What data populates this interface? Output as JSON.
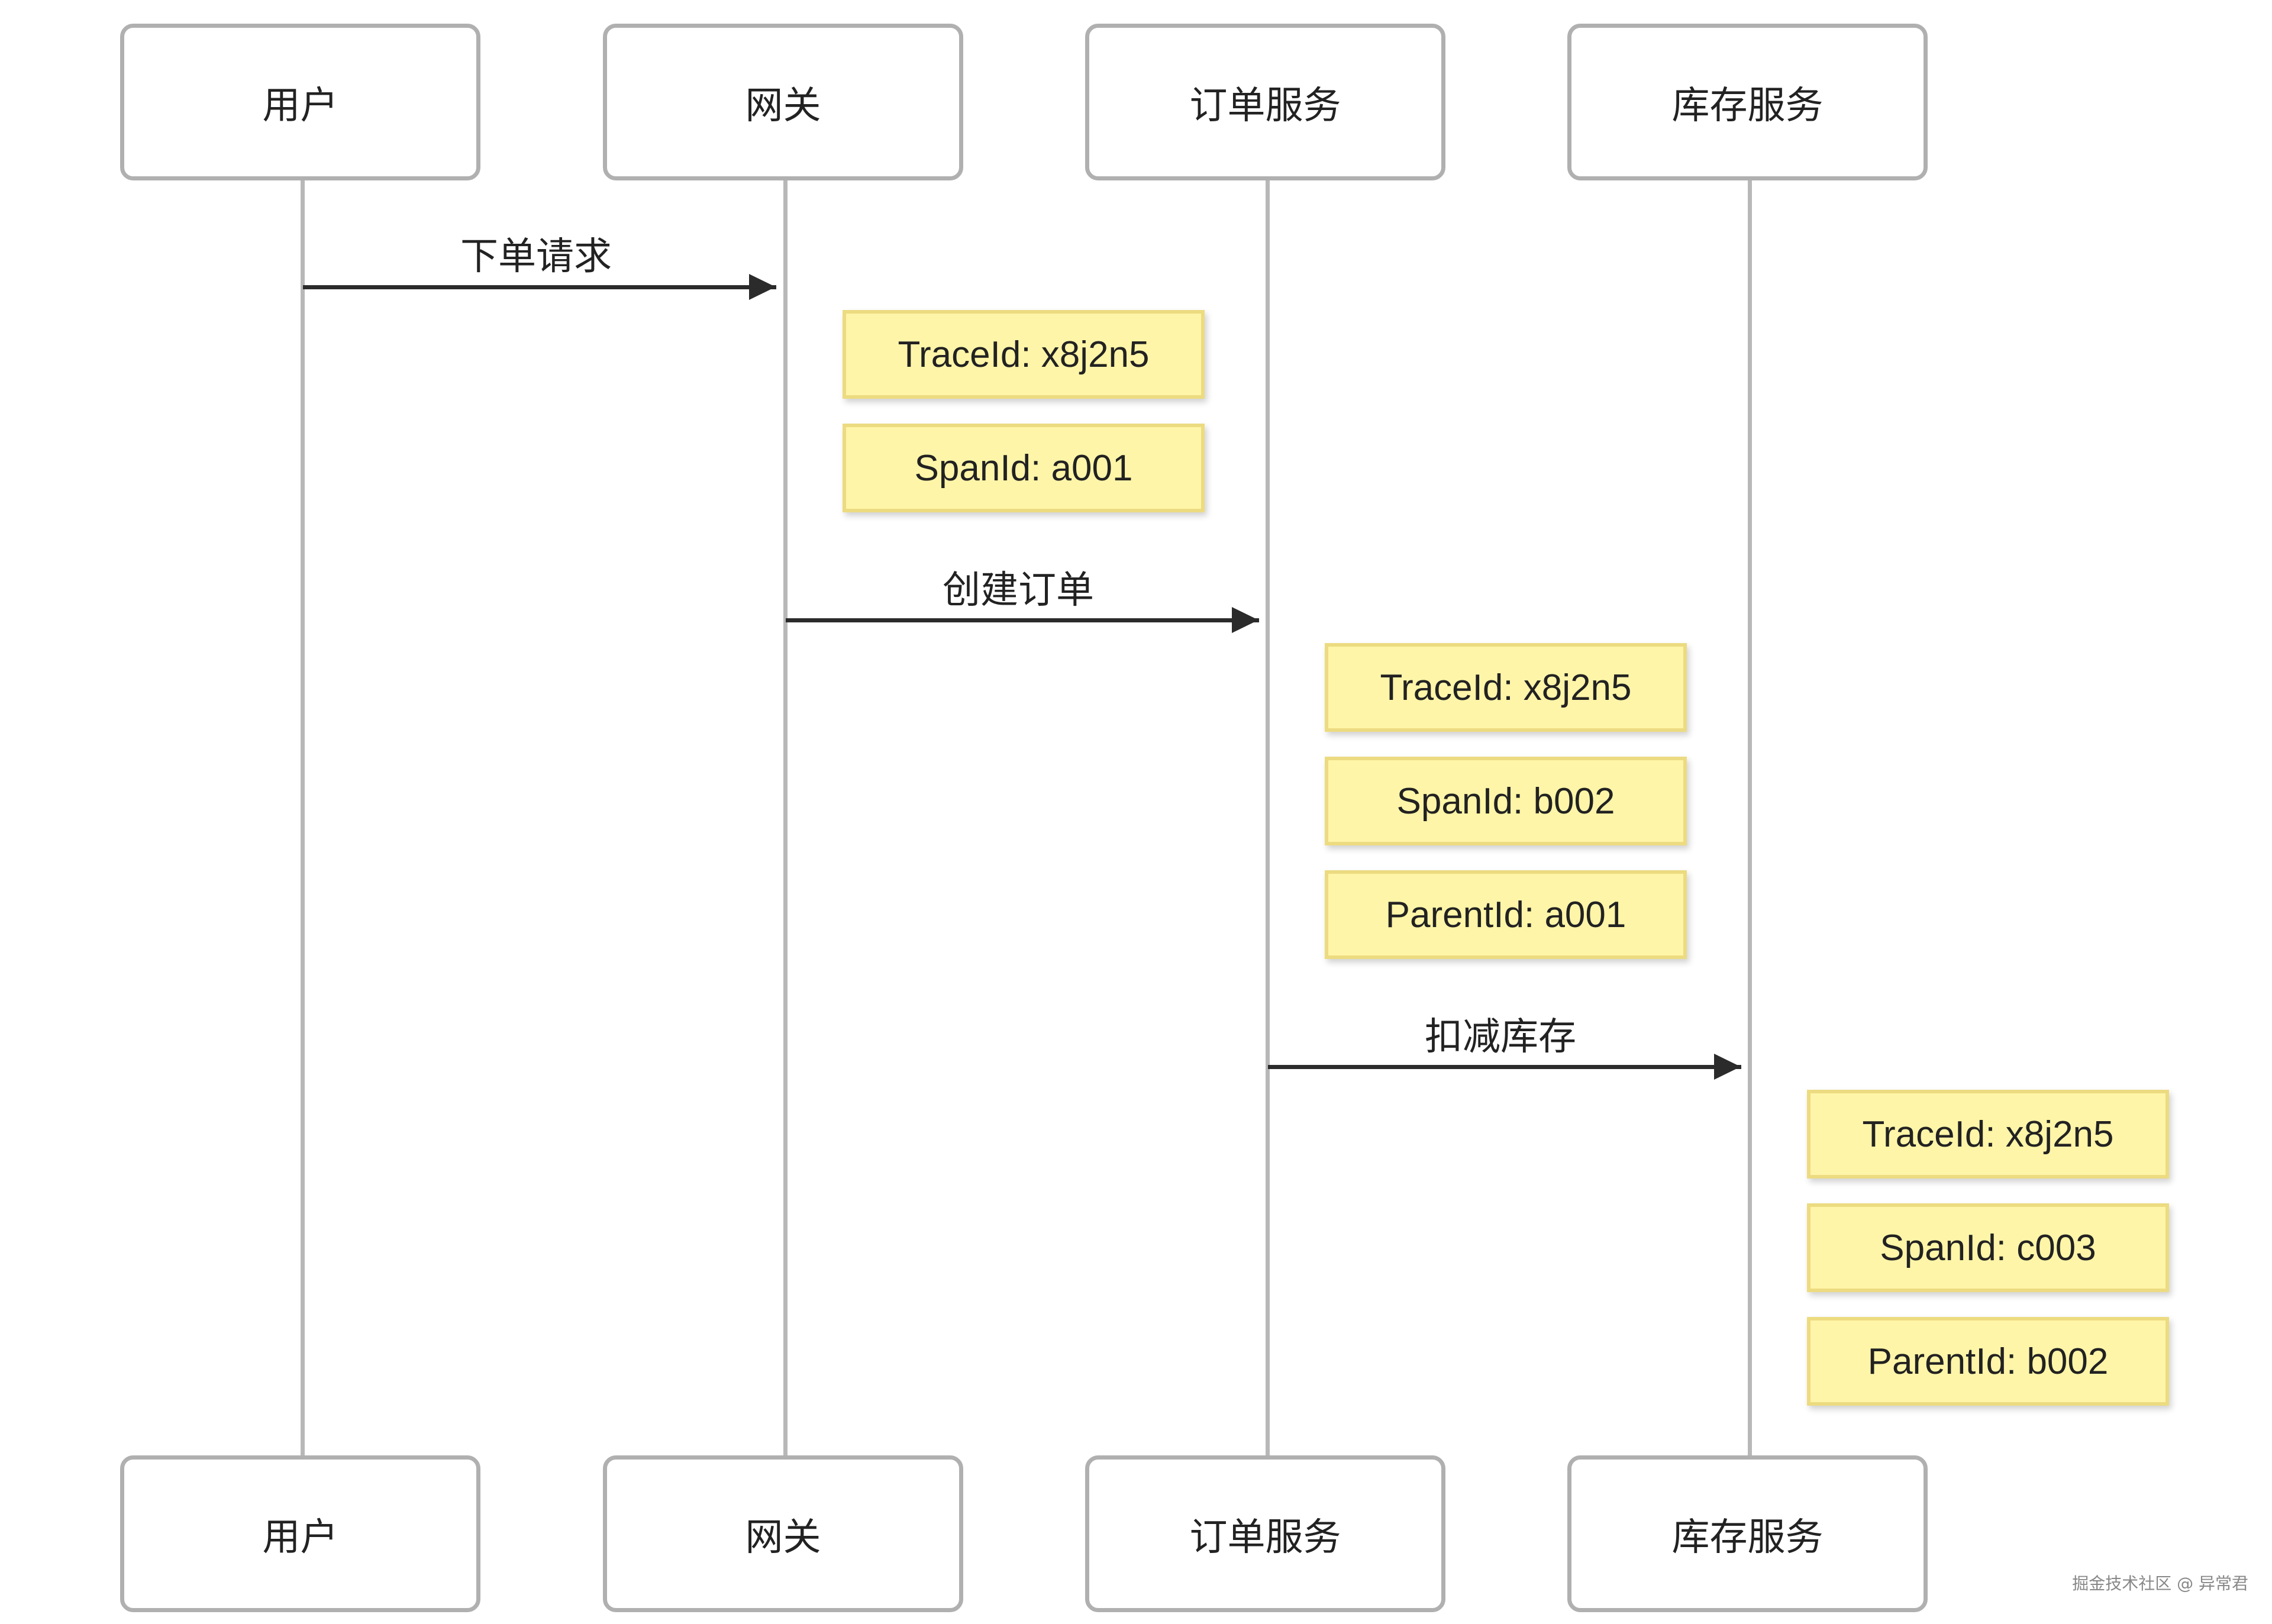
{
  "participants": [
    {
      "id": "user",
      "label": "用户"
    },
    {
      "id": "gateway",
      "label": "网关"
    },
    {
      "id": "order_service",
      "label": "订单服务"
    },
    {
      "id": "inventory_service",
      "label": "库存服务"
    }
  ],
  "messages": [
    {
      "from": "用户",
      "to": "网关",
      "label": "下单请求"
    },
    {
      "from": "网关",
      "to": "订单服务",
      "label": "创建订单"
    },
    {
      "from": "订单服务",
      "to": "库存服务",
      "label": "扣减库存"
    }
  ],
  "notes": {
    "gateway": [
      "TraceId: x8j2n5",
      "SpanId: a001"
    ],
    "order_service": [
      "TraceId: x8j2n5",
      "SpanId: b002",
      "ParentId: a001"
    ],
    "inventory_service": [
      "TraceId: x8j2n5",
      "SpanId: c003",
      "ParentId: b002"
    ]
  },
  "watermark": "掘金技术社区 @ 异常君",
  "colors": {
    "note_fill": "#fff5a8",
    "note_border": "#ecdb80",
    "actor_border": "#b0b0b0",
    "lifeline": "#b8b8b8",
    "arrow": "#2b2b2b"
  }
}
